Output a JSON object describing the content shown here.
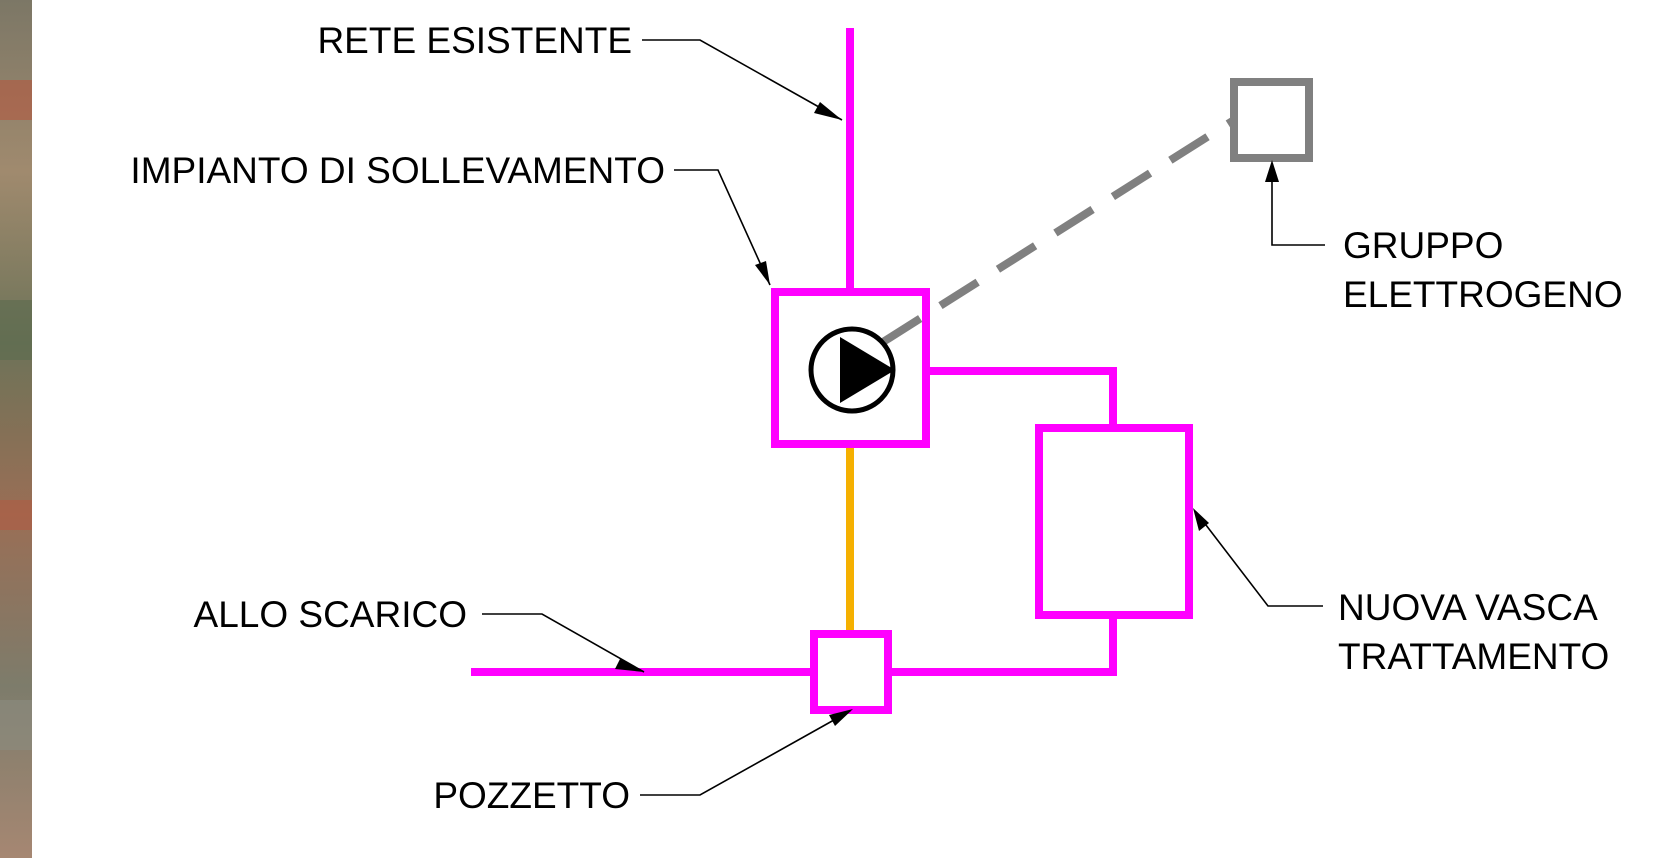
{
  "labels": {
    "rete_esistente": "RETE ESISTENTE",
    "impianto": "IMPIANTO DI SOLLEVAMENTO",
    "gruppo_line1": "GRUPPO",
    "gruppo_line2": "ELETTROGENO",
    "allo_scarico": "ALLO SCARICO",
    "nuova_vasca_line1": "NUOVA VASCA",
    "nuova_vasca_line2": "TRATTAMENTO",
    "pozzetto": "POZZETTO"
  },
  "colors": {
    "pipe": "#ff00ff",
    "connector": "#f5b000",
    "power_line": "#808080",
    "leader": "#000000",
    "background": "#ffffff",
    "aerial_strip": "#8a7d6a"
  },
  "icons": {
    "pump": "pump-symbol-icon",
    "generator": "generator-box-icon"
  }
}
